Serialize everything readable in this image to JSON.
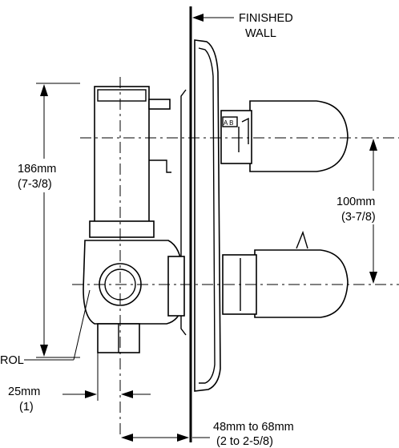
{
  "labels": {
    "finished_wall_line1": "FINISHED",
    "finished_wall_line2": "WALL",
    "height_mm": "186mm",
    "height_in": "(7-3/8)",
    "spacing_mm": "100mm",
    "spacing_in": "(3-7/8)",
    "control_partial": "ROL",
    "offset_mm": "25mm",
    "offset_in": "(1)",
    "depth_mm": "48mm to 68mm",
    "depth_in": "(2 to 2-5/8)",
    "indicator_text": "A B"
  },
  "colors": {
    "line": "#000000",
    "background": "#ffffff"
  }
}
